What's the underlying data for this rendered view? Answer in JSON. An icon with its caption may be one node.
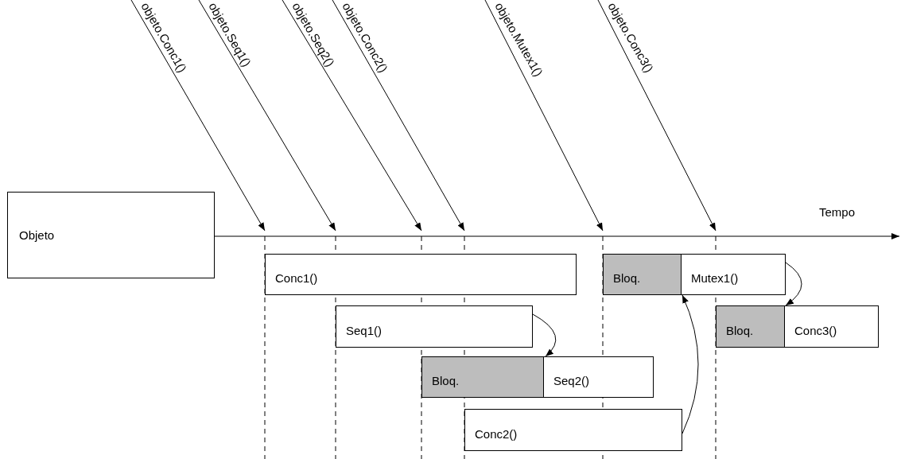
{
  "diagram": {
    "nodes": [
      {
        "text": [
          "objeto.Conc1()"
        ]
      },
      {
        "text": [
          "objeto.Seq1()"
        ]
      },
      {
        "text": [
          "objeto.Seq2()"
        ]
      },
      {
        "text": [
          "objeto.Conc2()"
        ]
      },
      {
        "text": [
          "objeto.Mutex1()"
        ]
      },
      {
        "text": [
          "objeto.Conc3()"
        ]
      },
      {
        "text": [
          "Objeto"
        ]
      },
      {
        "text": [
          "Conc1()"
        ]
      },
      {
        "text": [
          "Seq1()"
        ]
      },
      {
        "text": [
          "Bloq.",
          "Seq2()"
        ]
      },
      {
        "text": [
          "Conc2()"
        ]
      },
      {
        "text": [
          "Bloq.",
          "Mutex1()"
        ]
      },
      {
        "text": [
          "Bloq.",
          "Conc3()"
        ]
      }
    ],
    "edges": [
      {
        "from": 0,
        "to": null,
        "arrow": "to"
      },
      {
        "from": 1,
        "to": null,
        "arrow": "to"
      },
      {
        "from": 2,
        "to": null,
        "arrow": "to"
      },
      {
        "from": 3,
        "to": null,
        "arrow": "to"
      },
      {
        "from": 4,
        "to": null,
        "arrow": "to"
      },
      {
        "from": 5,
        "to": null,
        "arrow": "to"
      },
      {
        "from": 8,
        "to": 9,
        "arrow": "to"
      },
      {
        "from": 10,
        "to": 11,
        "arrow": "to"
      },
      {
        "from": 11,
        "to": 12,
        "arrow": "to"
      }
    ],
    "labels": [
      "Tempo"
    ]
  }
}
